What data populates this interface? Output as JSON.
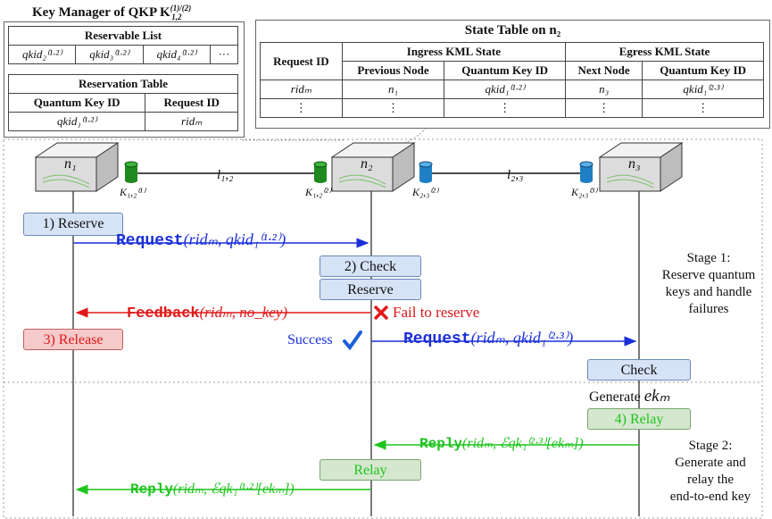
{
  "key_manager": {
    "title": "Key Manager of QKP K",
    "title_sup": "(1)/(2)",
    "title_sub": "1,2",
    "reservable_list": {
      "header": "Reservable List",
      "items": [
        "qkid₂⁽¹·²⁾",
        "qkid₃⁽¹·²⁾",
        "qkid₄⁽¹·²⁾",
        "···"
      ]
    },
    "reservation_table": {
      "header": "Reservation Table",
      "columns": [
        "Quantum Key ID",
        "Request ID"
      ],
      "row": [
        "qkid₁⁽¹·²⁾",
        "ridₘ"
      ]
    }
  },
  "state_table": {
    "title": "State Table on n₂",
    "request_id_header": "Request ID",
    "ingress_header": "Ingress KML State",
    "egress_header": "Egress KML State",
    "sub_headers": [
      "Previous Node",
      "Quantum Key ID",
      "Next Node",
      "Quantum Key ID"
    ],
    "row1": [
      "ridₘ",
      "n₁",
      "qkid₁⁽¹·²⁾",
      "n₃",
      "qkid₁⁽²·³⁾"
    ],
    "row2": [
      "⋮",
      "⋮",
      "⋮",
      "⋮",
      "⋮"
    ]
  },
  "nodes": [
    "n₁",
    "n₂",
    "n₃"
  ],
  "links": [
    "l₁,₂",
    "l₂,₃"
  ],
  "keystores": [
    "K₁,₂⁽¹⁾",
    "K₁,₂⁽²⁾",
    "K₂,₃⁽²⁾",
    "K₂,₃⁽³⁾"
  ],
  "steps": {
    "reserve1": "1) Reserve",
    "check2": "2) Check",
    "reserve2": "Reserve",
    "release3": "3) Release",
    "check3": "Check",
    "relay4": "4) Relay",
    "relay2": "Relay"
  },
  "messages": {
    "request1_fn": "Request",
    "request1_args": "(ridₘ, qkid₁⁽¹·²⁾)",
    "feedback_fn": "Feedback",
    "feedback_args": "(ridₘ, no_key)",
    "fail": "Fail to reserve",
    "success": "Success",
    "request2_fn": "Request",
    "request2_args": "(ridₘ, qkid₁⁽²·³⁾)",
    "generate": "Generate",
    "generate_var": "ekₘ",
    "reply1_fn": "Reply",
    "reply1_args": "(ridₘ, ℰqk₁⁽²·³⁾[ekₘ])",
    "reply2_fn": "Reply",
    "reply2_args": "(ridₘ, ℰqk₁⁽¹·²⁾[ekₘ])"
  },
  "stages": {
    "stage1": [
      "Stage 1:",
      "Reserve quantum",
      "keys and handle",
      "failures"
    ],
    "stage2": [
      "Stage 2:",
      "Generate and",
      "relay the",
      "end-to-end key"
    ]
  },
  "colors": {
    "blue": "#1a2fd8",
    "red": "#e01818",
    "green": "#1ec41e",
    "step_blue": "#d6e3f6",
    "step_red": "#f5caca",
    "step_green": "#d5e7cf"
  }
}
